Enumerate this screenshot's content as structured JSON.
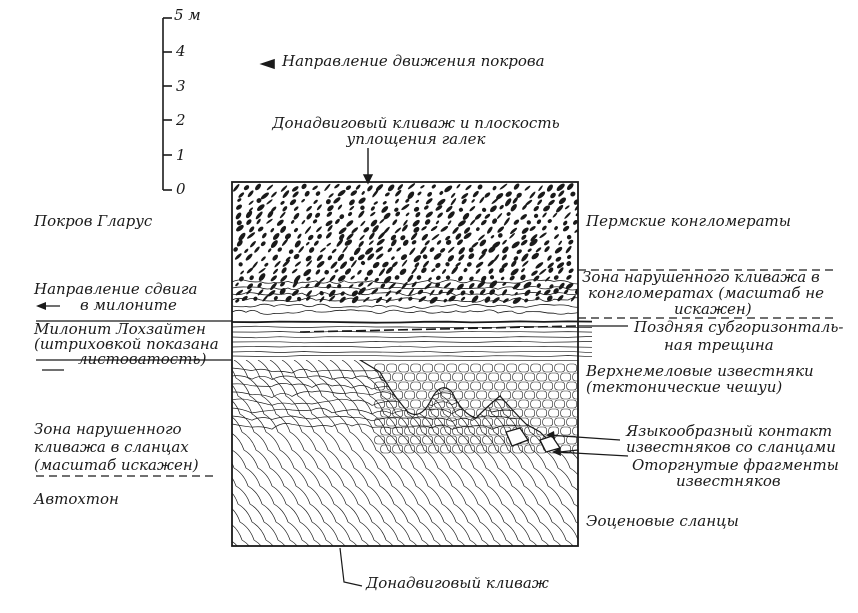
{
  "scale": {
    "unit_label": "5 м",
    "ticks": [
      "4",
      "3",
      "2",
      "1",
      "0"
    ]
  },
  "top": {
    "motion_direction": "Направление движения покрова",
    "cleavage_line1": "Донадвиговый кливаж и плоскость",
    "cleavage_line2": "уплощения галек"
  },
  "left": {
    "nappe": "Покров Гларус",
    "shear_line1": "Направление сдвига",
    "shear_line2": "в милоните",
    "mylonite_line1": "Милонит Лохзайтен",
    "mylonite_line2": "(штриховкой показана",
    "mylonite_line3": "листоватость)",
    "zone_line1": "Зона нарушенного",
    "zone_line2": "кливажа в сланцах",
    "zone_line3": "(масштаб искажен)",
    "autochthon": "Автохтон"
  },
  "right": {
    "permian": "Пермские конгломераты",
    "zone_conglo_line1": "Зона нарушенного кливажа в",
    "zone_conglo_line2": "конгломератах (масштаб не",
    "zone_conglo_line3": "искажен)",
    "late_fracture_line1": "Поздняя субгоризонталь-",
    "late_fracture_line2": "ная трещина",
    "cretaceous_line1": "Верхнемеловые известняки",
    "cretaceous_line2": "(тектонические чешуи)",
    "tongue_line1": "Языкообразный контакт",
    "tongue_line2": "известняков со сланцами",
    "fragments_line1": "Оторгнутые фрагменты",
    "fragments_line2": "известняков",
    "eocene": "Эоценовые сланцы"
  },
  "bottom": {
    "precleavage": "Донадвиговый кливаж"
  },
  "colors": {
    "ink": "#1a1a1a",
    "paper": "#ffffff"
  }
}
